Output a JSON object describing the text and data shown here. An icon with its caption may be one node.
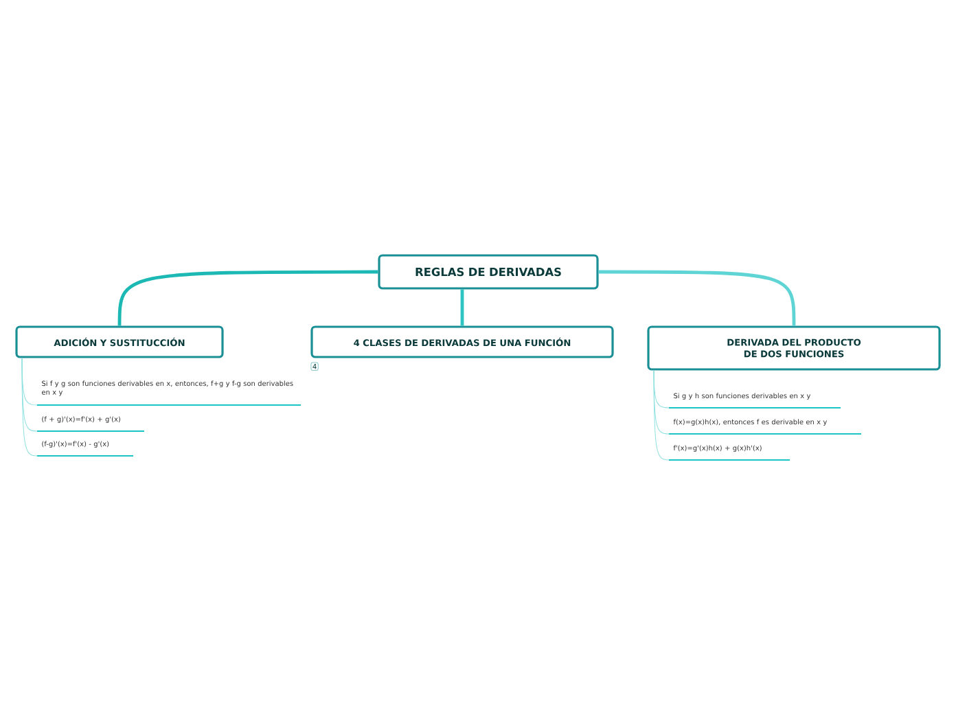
{
  "diagram": {
    "nodes": [
      {
        "text": [
          "REGLAS DE DERIVADAS"
        ]
      },
      {
        "text": [
          "ADICIÓN Y SUSTITUCCIÓN"
        ]
      },
      {
        "text": [
          "4 CLASES DE DERIVADAS DE UNA FUNCIÓN"
        ],
        "beside": [
          "4"
        ]
      },
      {
        "text": [
          "DERIVADA DEL PRODUCTO DE DOS FUNCIONES"
        ]
      },
      {
        "text": [
          "Si f y g son funciones derivables en x, entonces, f+g y f-g son derivables en x y"
        ]
      },
      {
        "text": [
          "(f + g)'(x)=f'(x) + g'(x)"
        ]
      },
      {
        "text": [
          "(f-g)'(x)=f'(x) - g'(x)"
        ]
      },
      {
        "text": [
          "Si g y h son funciones derivables en x y"
        ]
      },
      {
        "text": [
          "f(x)=g(x)h(x), entonces f es derivable en x y"
        ]
      },
      {
        "text": [
          "f'(x)=g'(x)h(x) + g(x)h'(x)"
        ]
      }
    ],
    "edges": [
      {
        "from": 0,
        "to": 1,
        "arrow": "none",
        "style": "thick",
        "color": "#1cb8b4"
      },
      {
        "from": 0,
        "to": 2,
        "arrow": "none",
        "style": "thick",
        "color": "#2ec4c4"
      },
      {
        "from": 0,
        "to": 3,
        "arrow": "none",
        "style": "thick",
        "color": "#5fd4d4"
      },
      {
        "from": 1,
        "to": 4,
        "arrow": "none"
      },
      {
        "from": 1,
        "to": 5,
        "arrow": "none"
      },
      {
        "from": 1,
        "to": 6,
        "arrow": "none"
      },
      {
        "from": 3,
        "to": 7,
        "arrow": "none"
      },
      {
        "from": 3,
        "to": 8,
        "arrow": "none"
      },
      {
        "from": 3,
        "to": 9,
        "arrow": "none"
      }
    ]
  }
}
